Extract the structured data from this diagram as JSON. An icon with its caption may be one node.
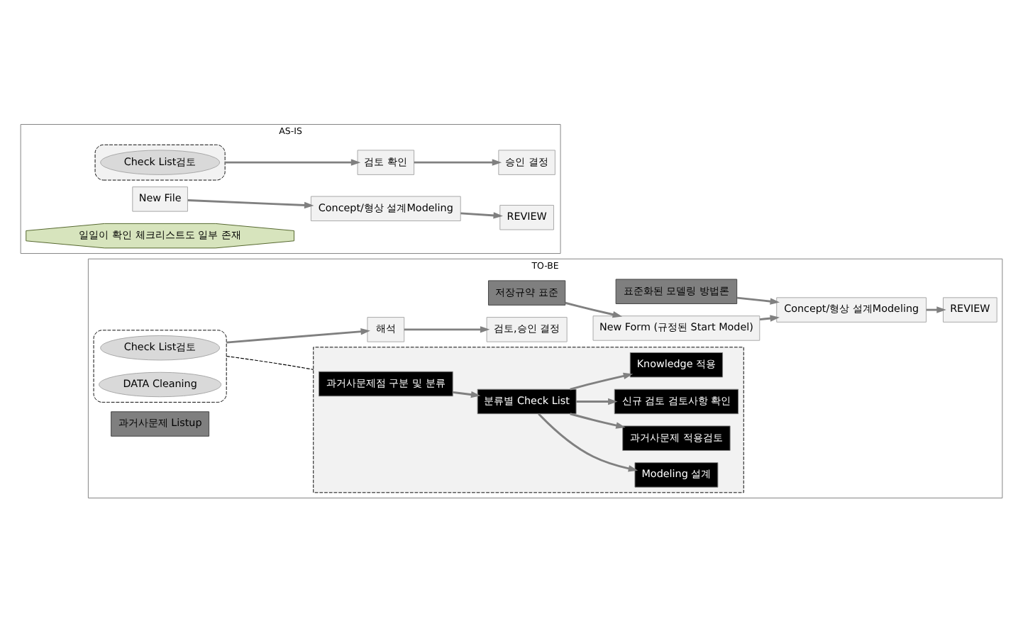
{
  "diagram": {
    "nodes": [
      {
        "text": [
          "AS-IS"
        ]
      },
      {
        "text": [
          "New File"
        ],
        "in": 0
      },
      {
        "text": [
          "Concept/형상 설계Modeling"
        ],
        "in": 0
      },
      {
        "text": [
          "REVIEW"
        ],
        "in": 0
      },
      {
        "text": [],
        "shape": "box",
        "in": 0
      },
      {
        "text": [
          "Check List검토"
        ],
        "in": 4
      },
      {
        "text": [
          "일일이 확인 체크리스트도 일부 존재"
        ],
        "in": 0
      },
      {
        "text": [
          "검토 확인"
        ],
        "in": 0
      },
      {
        "text": [
          "승인 결정"
        ],
        "in": 0
      },
      {
        "text": [
          "TO-BE"
        ]
      },
      {
        "text": [
          "New Form (규정된 Start Model)"
        ],
        "in": 9
      },
      {
        "text": [
          "Concept/형상 설계Modeling"
        ],
        "in": 9
      },
      {
        "text": [
          "REVIEW"
        ],
        "in": 9
      },
      {
        "text": [],
        "shape": "box",
        "in": 9
      },
      {
        "text": [
          "Check List검토"
        ],
        "in": 13
      },
      {
        "text": [
          "DATA Cleaning"
        ],
        "in": 13
      },
      {
        "text": [
          "저장규약 표준"
        ],
        "in": 9
      },
      {
        "text": [
          "표준화된 모델링 방법론"
        ],
        "in": 9
      },
      {
        "text": [
          "과거사문제 Listup"
        ],
        "in": 9
      },
      {
        "text": [
          "해석"
        ],
        "in": 9
      },
      {
        "text": [
          "검토,승인 결정"
        ],
        "in": 9
      },
      {
        "text": [],
        "shape": "box",
        "in": 9
      },
      {
        "text": [
          "과거사문제점 구분 및 분류"
        ],
        "in": 21
      },
      {
        "text": [
          "분류별 Check List"
        ],
        "in": 21
      },
      {
        "text": [
          "Modeling 설계"
        ],
        "in": 21
      },
      {
        "text": [
          "과거사문제 적용검토"
        ],
        "in": 21
      },
      {
        "text": [
          "신규 검토 검토사항 확인"
        ],
        "in": 21
      },
      {
        "text": [
          "Knowledge 적용"
        ],
        "in": 21
      }
    ],
    "edges": [
      {
        "from": 1,
        "to": 2,
        "arrow": "to"
      },
      {
        "from": 2,
        "to": 3,
        "arrow": "to"
      },
      {
        "from": 4,
        "to": 7,
        "arrow": "to"
      },
      {
        "from": 7,
        "to": 8,
        "arrow": "to"
      },
      {
        "from": 10,
        "to": 11,
        "arrow": "to"
      },
      {
        "from": 11,
        "to": 12,
        "arrow": "to"
      },
      {
        "from": 16,
        "to": 10,
        "arrow": "to"
      },
      {
        "from": 17,
        "to": 11,
        "arrow": "to"
      },
      {
        "from": 13,
        "to": 19,
        "arrow": "to"
      },
      {
        "from": 19,
        "to": 20,
        "arrow": "to"
      },
      {
        "from": 13,
        "to": 21,
        "arrow": "none",
        "style": "dashed",
        "color": "#000000"
      },
      {
        "from": 22,
        "to": 23,
        "arrow": "to"
      },
      {
        "from": 23,
        "to": 24,
        "arrow": "to"
      },
      {
        "from": 23,
        "to": 25,
        "arrow": "to"
      },
      {
        "from": 23,
        "to": 26,
        "arrow": "to"
      },
      {
        "from": 23,
        "to": 27,
        "arrow": "to"
      }
    ]
  }
}
